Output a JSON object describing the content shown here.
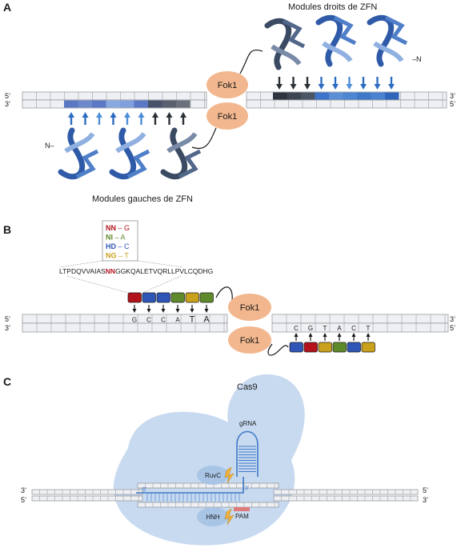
{
  "colors": {
    "strand_fill": "#eef0f3",
    "strand_stroke": "#8c8f94",
    "fok1": "#f2b78e",
    "arrow_dark": "#2c3138",
    "arrow_blue": "#2d6cc0",
    "arrow_light": "#4f8fd8",
    "tale_red": "#b3121b",
    "tale_blue": "#2f55b6",
    "tale_green": "#5f8a2c",
    "tale_yellow": "#c9a11c",
    "cas9_fill": "#c8daf0",
    "ruvc_hnh_fill": "#a9c5e6",
    "nuclease_bolt": "#f3b23a",
    "pam": "#e07a7a",
    "grna": "#3d78c8"
  },
  "panel_a": {
    "label": "A",
    "title_right": "Modules droits de ZFN",
    "title_left": "Modules gauches de ZFN",
    "fok_top": "Fok1",
    "fok_bottom": "Fok1",
    "end_5_top_left": "5’",
    "end_3_bottom_left": "3’",
    "end_3_top_right": "3’",
    "end_5_bottom_right": "5’",
    "n_terminus_left": "N–",
    "n_terminus_right": "–N",
    "up_arrow_colors": [
      "blue",
      "blue",
      "light",
      "blue",
      "light",
      "light",
      "dark",
      "dark",
      "dark"
    ],
    "down_arrow_colors": [
      "dark",
      "dark",
      "dark",
      "blue",
      "blue",
      "light",
      "blue",
      "blue",
      "blue"
    ],
    "left_binding_segments": [
      "#5b78c4",
      "#6e88cc",
      "#5b78c4",
      "#88a9e0",
      "#7f9fdd",
      "#5b78c4",
      "#47526a",
      "#5a6070",
      "#6b707c"
    ],
    "right_binding_segments": [
      "#2f3540",
      "#3d4552",
      "#4a5565",
      "#3d73c9",
      "#5a8fd6",
      "#4d85d1",
      "#3f78c8",
      "#4a82cf",
      "#2f64bb"
    ]
  },
  "panel_b": {
    "label": "B",
    "legend": [
      {
        "code": "NN",
        "sep": " – ",
        "base": "G",
        "color": "#b3121b"
      },
      {
        "code": "NI",
        "sep": " – ",
        "base": "A",
        "color": "#5f8a2c"
      },
      {
        "code": "HD",
        "sep": " – ",
        "base": "C",
        "color": "#2f55b6"
      },
      {
        "code": "NG",
        "sep": " – ",
        "base": "T",
        "color": "#c9a11c"
      }
    ],
    "sequence_pre": "LTPDQVVAIAS",
    "sequence_rvd": "NN",
    "sequence_post": "GGKQALETVQRLLPVLCQDHG",
    "left_bases": [
      "G",
      "C",
      "C",
      "A",
      "T",
      "A"
    ],
    "right_bases": [
      "C",
      "G",
      "T",
      "A",
      "C",
      "T"
    ],
    "left_tale_colors": [
      "red",
      "blue",
      "blue",
      "green",
      "yellow",
      "green"
    ],
    "right_tale_colors": [
      "blue",
      "red",
      "yellow",
      "green",
      "blue",
      "yellow"
    ],
    "fok_top": "Fok1",
    "fok_bottom": "Fok1",
    "end_5_top_left": "5’",
    "end_3_bottom_left": "3’",
    "end_3_top_right": "3’",
    "end_5_bottom_right": "5’"
  },
  "panel_c": {
    "label": "C",
    "cas9": "Cas9",
    "grna": "gRNA",
    "ruvc": "RuvC",
    "hnh": "HNH",
    "pam": "PAM",
    "end_3_top_left": "3’",
    "end_5_bottom_left": "5’",
    "end_5_top_right": "5’",
    "end_3_bottom_right": "3’",
    "rna_5": "5’",
    "rna_3": "3’"
  }
}
